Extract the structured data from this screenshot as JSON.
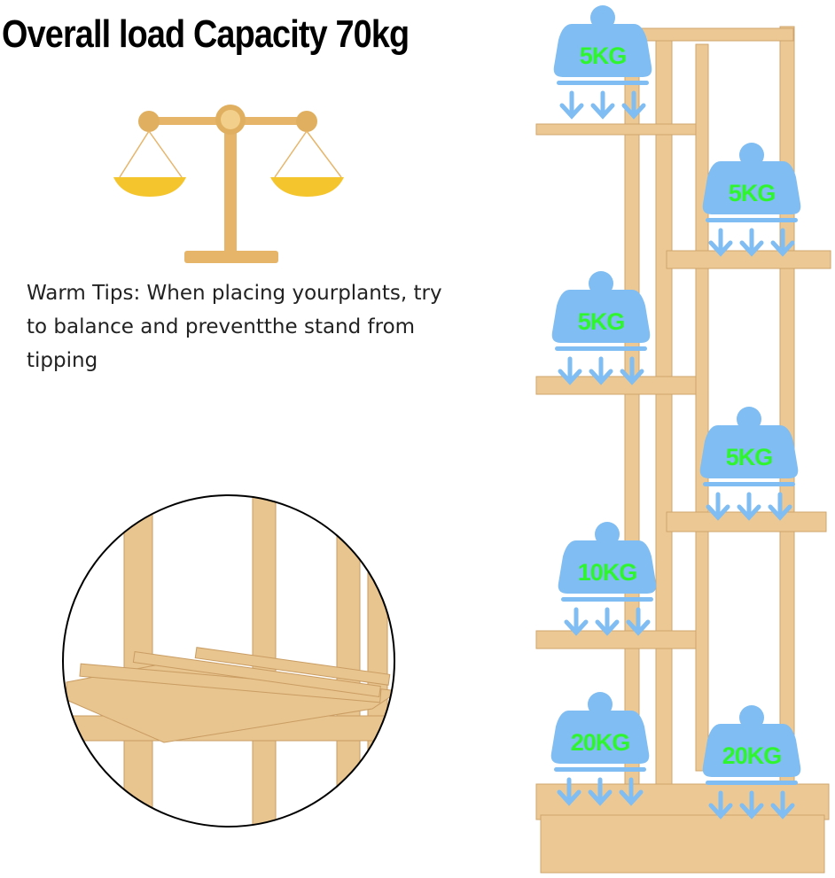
{
  "headline": "Overall load Capacity 70kg",
  "warm_tips": "Warm Tips: When placing yourplants, try to balance and preventthe stand from tipping",
  "shelf_loads": [
    "5KG",
    "5KG",
    "5KG",
    "5KG",
    "10KG",
    "20KG",
    "20KG"
  ],
  "colors": {
    "wood": "#e8c48e",
    "weight": "#7fbdf2",
    "label": "#2ef52e",
    "scale": "#e6b56a",
    "pan": "#f5c52e"
  }
}
